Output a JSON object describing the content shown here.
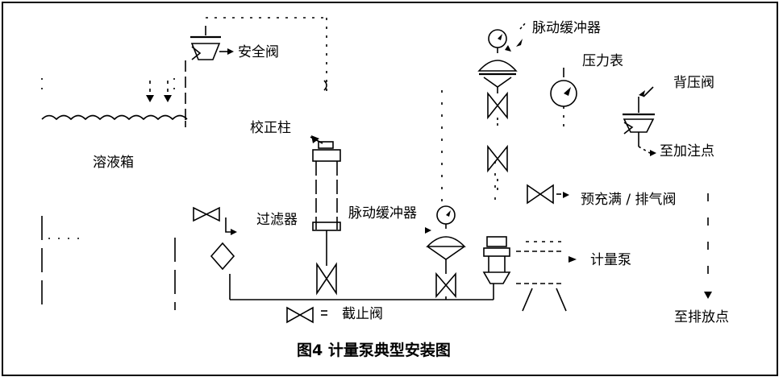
{
  "figure": {
    "caption": "图4  计量泵典型安装图"
  },
  "labels": {
    "safety_valve": "安全阀",
    "solution_tank": "溶液箱",
    "calibration_column": "校正柱",
    "filter": "过滤器",
    "pulsation_damper_top": "脉动缓冲器",
    "pressure_gauge": "压力表",
    "back_pressure_valve": "背压阀",
    "to_injection_point": "至加注点",
    "prime_vent_valve": "预充满 / 排气阀",
    "pulsation_damper_bottom": "脉动缓冲器",
    "metering_pump": "计量泵",
    "stop_valve": "截止阀",
    "to_drain_point": "至排放点"
  },
  "colors": {
    "line": "#000000",
    "background": "#ffffff"
  }
}
